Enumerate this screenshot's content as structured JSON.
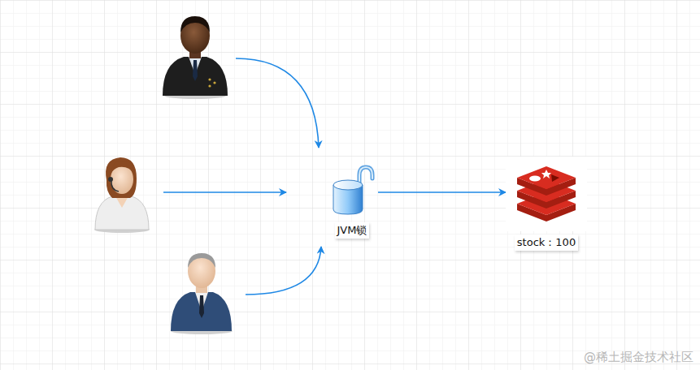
{
  "diagram": {
    "nodes": [
      {
        "text": [
          "JVM锁"
        ]
      },
      {
        "text": [
          "stock：100"
        ]
      }
    ],
    "edges": [
      {
        "from": 0,
        "to": 1,
        "arrow": "to"
      }
    ],
    "labels": [
      "@稀土掘金技术社区"
    ]
  }
}
